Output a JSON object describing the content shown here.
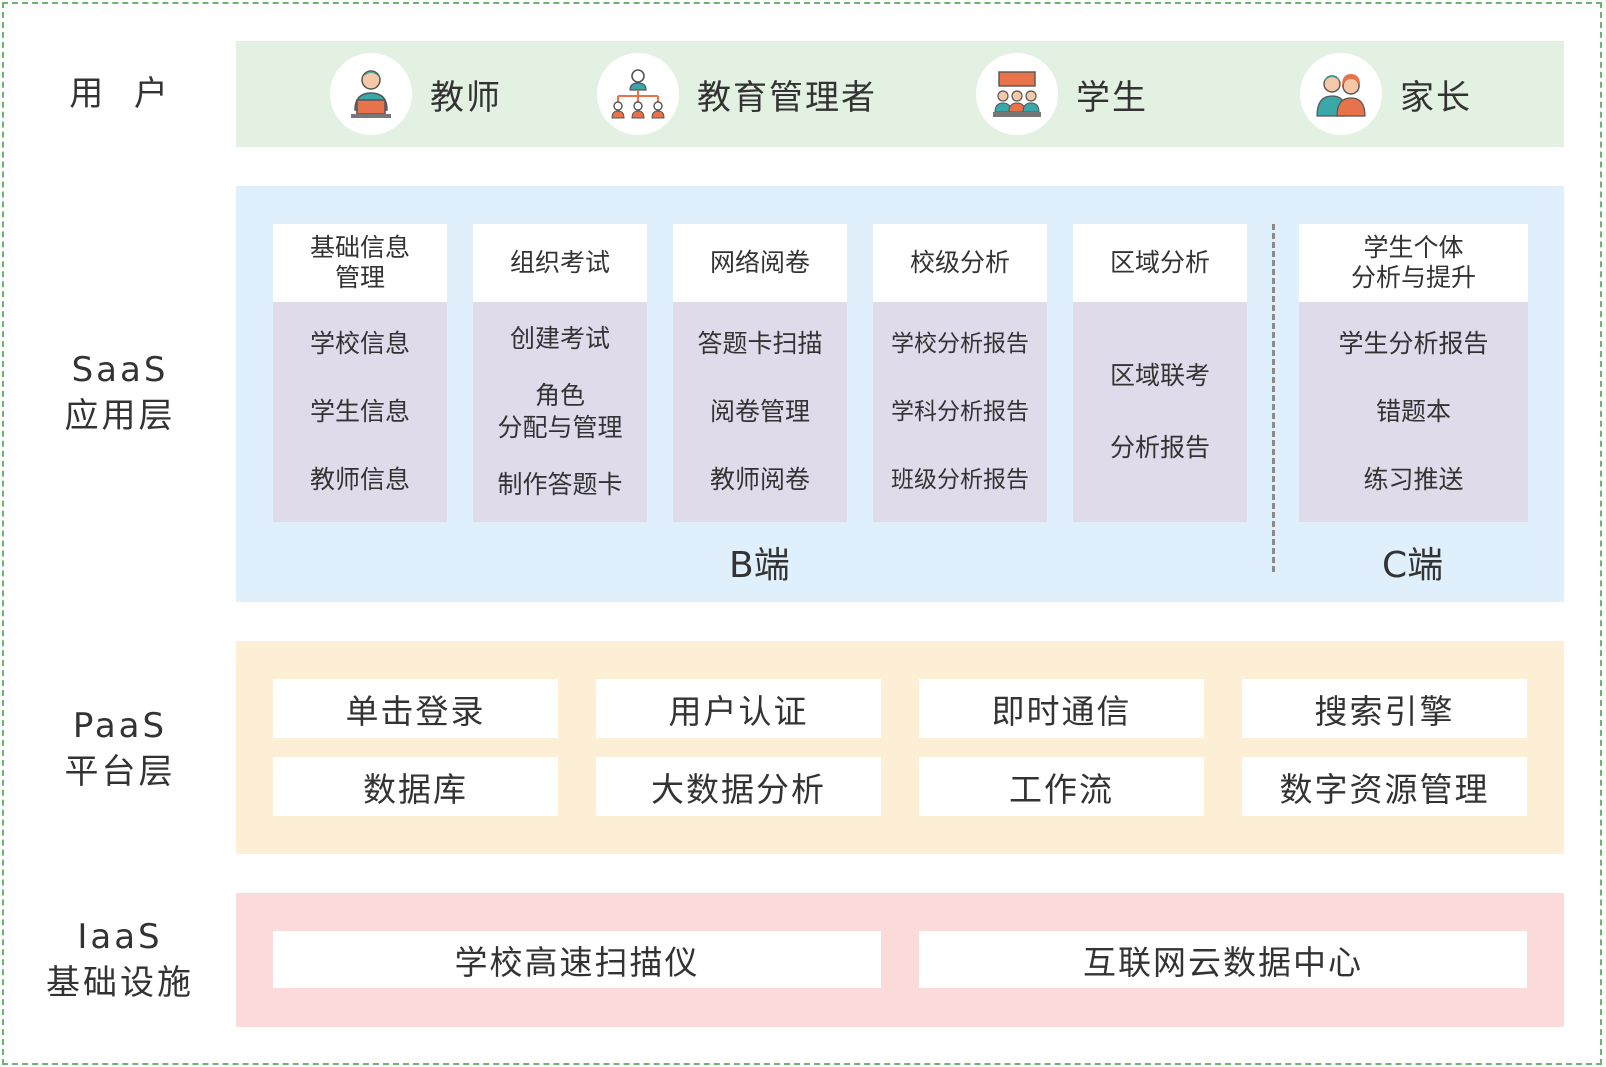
{
  "rows": {
    "users": [
      "用",
      "户"
    ],
    "saas": [
      "SaaS",
      "应用层"
    ],
    "paas": [
      "PaaS",
      "平台层"
    ],
    "iaas": [
      "IaaS",
      "基础设施"
    ]
  },
  "users": [
    {
      "label": "教师",
      "icon": "teacher-icon"
    },
    {
      "label": "教育管理者",
      "icon": "org-chart-icon"
    },
    {
      "label": "学生",
      "icon": "students-icon"
    },
    {
      "label": "家长",
      "icon": "parents-icon"
    }
  ],
  "saas": {
    "cards": [
      {
        "head": [
          "基础信息",
          "管理"
        ],
        "items": [
          [
            "学校信息"
          ],
          [
            "学生信息"
          ],
          [
            "教师信息"
          ]
        ]
      },
      {
        "head": [
          "组织考试"
        ],
        "items": [
          [
            "创建考试"
          ],
          [
            "角色",
            "分配与管理"
          ],
          [
            "制作答题卡"
          ]
        ]
      },
      {
        "head": [
          "网络阅卷"
        ],
        "items": [
          [
            "答题卡扫描"
          ],
          [
            "阅卷管理"
          ],
          [
            "教师阅卷"
          ]
        ]
      },
      {
        "head": [
          "校级分析"
        ],
        "items": [
          [
            "学校分析报告"
          ],
          [
            "学科分析报告"
          ],
          [
            "班级分析报告"
          ]
        ]
      },
      {
        "head": [
          "区域分析"
        ],
        "items": [
          [
            "区域联考"
          ],
          [
            "分析报告"
          ]
        ]
      },
      {
        "head": [
          "学生个体",
          "分析与提升"
        ],
        "items": [
          [
            "学生分析报告"
          ],
          [
            "错题本"
          ],
          [
            "练习推送"
          ]
        ]
      }
    ],
    "b_label": "B端",
    "c_label": "C端"
  },
  "paas": [
    [
      "单击登录",
      "用户认证",
      "即时通信",
      "搜索引擎"
    ],
    [
      "数据库",
      "大数据分析",
      "工作流",
      "数字资源管理"
    ]
  ],
  "iaas": [
    "学校高速扫描仪",
    "互联网云数据中心"
  ],
  "colors": {
    "users_band": "#e3f1e2",
    "saas_band": "#dff0fc",
    "paas_band": "#fcefd6",
    "iaas_band": "#fbdcdb",
    "card_body": "#dfdbeb",
    "icon_accent": "#e8734a",
    "icon_teal": "#3aa7a8",
    "frame": "#6db56f"
  }
}
